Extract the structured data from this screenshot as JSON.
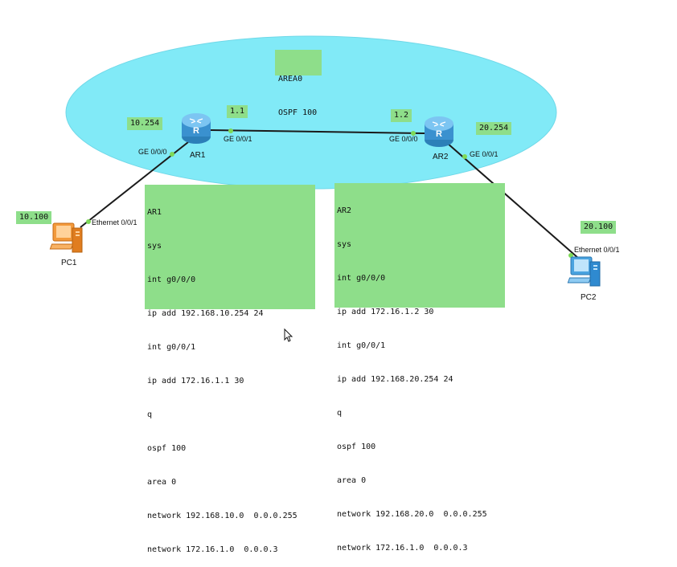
{
  "area_note": {
    "line1": "AREA0",
    "line2": "OSPF 100"
  },
  "tags": {
    "ar1_lan": "10.254",
    "ar1_wan": "1.1",
    "ar2_wan": "1.2",
    "ar2_lan": "20.254",
    "pc1": "10.100",
    "pc2": "20.100"
  },
  "devices": {
    "ar1": "AR1",
    "ar2": "AR2",
    "pc1": "PC1",
    "pc2": "PC2"
  },
  "ports": {
    "ar1_g000": "GE 0/0/0",
    "ar1_g001": "GE 0/0/1",
    "ar2_g000": "GE 0/0/0",
    "ar2_g001": "GE 0/0/1",
    "pc1_eth": "Ethernet 0/0/1",
    "pc2_eth": "Ethernet 0/0/1"
  },
  "ar1_config": [
    "AR1",
    "sys",
    "int g0/0/0",
    "ip add 192.168.10.254 24",
    "int g0/0/1",
    "ip add 172.16.1.1 30",
    "q",
    "ospf 100",
    "area 0",
    "network 192.168.10.0  0.0.0.255",
    "network 172.16.1.0  0.0.0.3"
  ],
  "ar2_config": [
    "AR2",
    "sys",
    "int g0/0/0",
    "ip add 172.16.1.2 30",
    "int g0/0/1",
    "ip add 192.168.20.254 24",
    "q",
    "ospf 100",
    "area 0",
    "network 192.168.20.0  0.0.0.255",
    "network 172.16.1.0  0.0.0.3"
  ],
  "colors": {
    "area": "#81eaf7",
    "note_bg": "#8ede8a",
    "port_dot": "#7ed957",
    "link": "#1a1a1a"
  },
  "icons": {
    "router": "router-icon",
    "pc": "pc-icon",
    "cursor": "mouse-cursor-icon"
  }
}
